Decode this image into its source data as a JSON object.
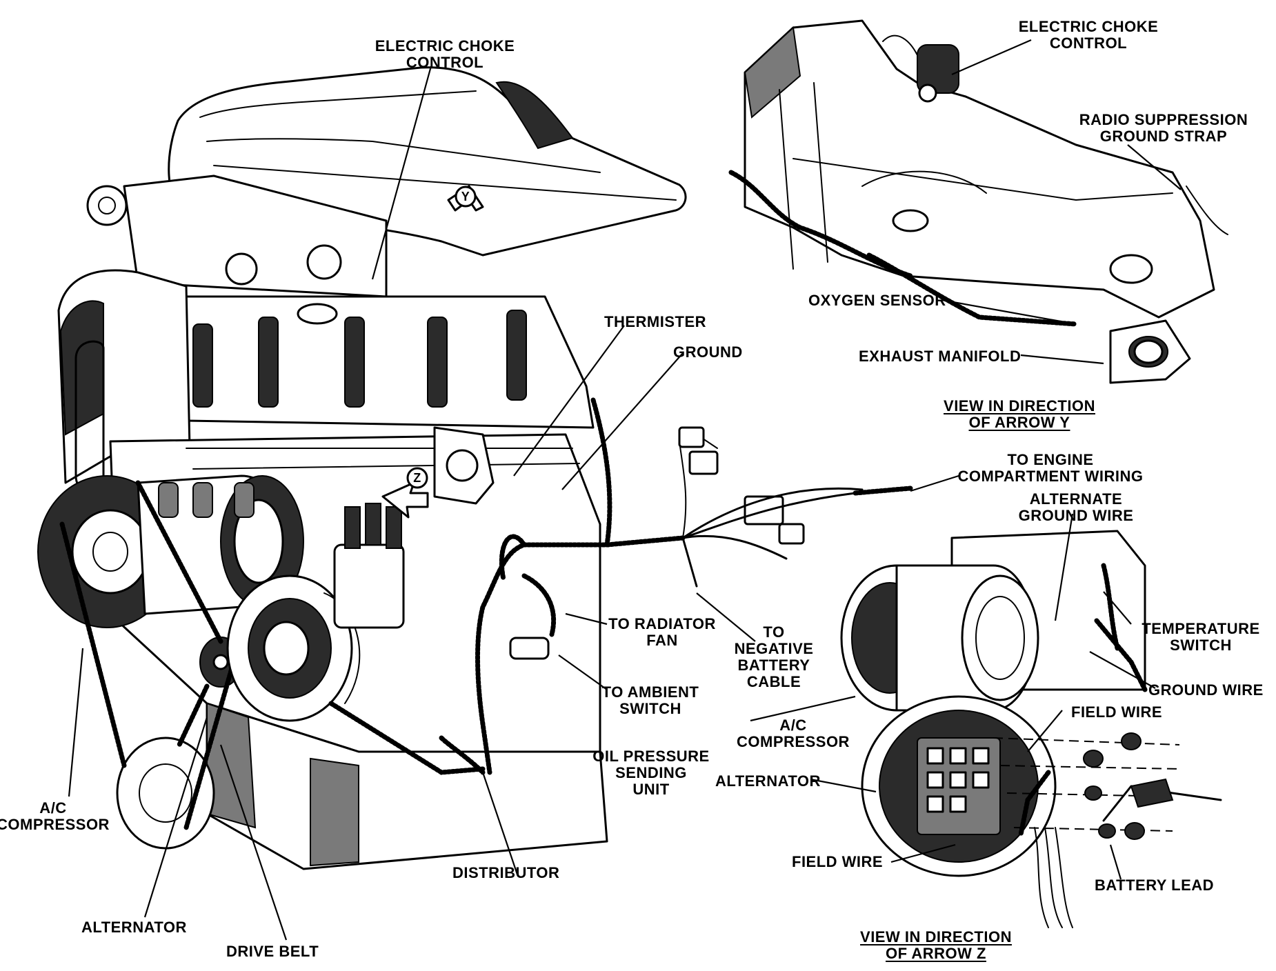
{
  "labels": {
    "electric_choke_control_main": [
      "ELECTRIC CHOKE",
      "CONTROL"
    ],
    "electric_choke_control_y": [
      "ELECTRIC CHOKE",
      "CONTROL"
    ],
    "radio_suppression_ground_strap": [
      "RADIO SUPPRESSION",
      "GROUND STRAP"
    ],
    "oxygen_sensor": "OXYGEN SENSOR",
    "exhaust_manifold": "EXHAUST MANIFOLD",
    "view_arrow_y": [
      "VIEW IN DIRECTION",
      "OF ARROW Y"
    ],
    "thermister": "THERMISTER",
    "ground": "GROUND",
    "to_engine_compartment_wiring": [
      "TO ENGINE",
      "COMPARTMENT WIRING"
    ],
    "alternate_ground_wire": [
      "ALTERNATE",
      "GROUND WIRE"
    ],
    "to_radiator_fan": [
      "TO RADIATOR",
      "FAN"
    ],
    "to_negative_battery_cable": [
      "TO",
      "NEGATIVE",
      "BATTERY",
      "CABLE"
    ],
    "temperature_switch": [
      "TEMPERATURE",
      "SWITCH"
    ],
    "to_ambient_switch": [
      "TO AMBIENT",
      "SWITCH"
    ],
    "ground_wire": "GROUND WIRE",
    "field_wire_upper": "FIELD WIRE",
    "ac_compressor_right": [
      "A/C",
      "COMPRESSOR"
    ],
    "oil_pressure_sending_unit": [
      "OIL PRESSURE",
      "SENDING",
      "UNIT"
    ],
    "alternator_right": "ALTERNATOR",
    "ac_compressor_left": [
      "A/C",
      "COMPRESSOR"
    ],
    "field_wire_lower": "FIELD WIRE",
    "distributor": "DISTRIBUTOR",
    "battery_lead": "BATTERY LEAD",
    "alternator_left": "ALTERNATOR",
    "drive_belt": "DRIVE BELT",
    "view_arrow_z": [
      "VIEW IN DIRECTION",
      "OF ARROW Z"
    ],
    "arrow_y_marker": "Y",
    "arrow_z_marker": "Z"
  }
}
